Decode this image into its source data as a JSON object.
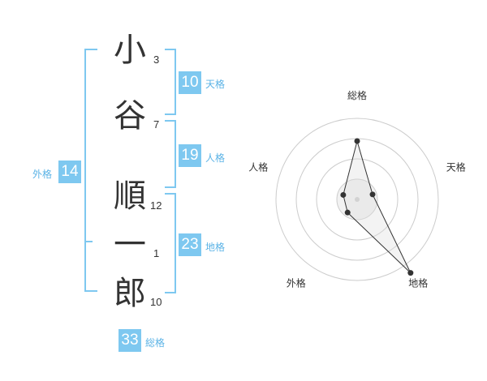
{
  "name": {
    "characters": [
      {
        "char": "小",
        "strokes": "3"
      },
      {
        "char": "谷",
        "strokes": "7"
      },
      {
        "char": "順",
        "strokes": "12"
      },
      {
        "char": "一",
        "strokes": "1"
      },
      {
        "char": "郎",
        "strokes": "10"
      }
    ]
  },
  "fortunes": {
    "tenkaku": {
      "value": "10",
      "label": "天格"
    },
    "jinkaku": {
      "value": "19",
      "label": "人格"
    },
    "chikaku": {
      "value": "23",
      "label": "地格"
    },
    "gaikaku": {
      "value": "14",
      "label": "外格"
    },
    "soukaku": {
      "value": "33",
      "label": "総格"
    }
  },
  "colors": {
    "accent": "#7ec8f0",
    "label": "#5bb3e6",
    "text": "#333333"
  },
  "chart_data": {
    "type": "radar",
    "axes": [
      "総格",
      "天格",
      "地格",
      "外格",
      "人格"
    ],
    "values": [
      3.6,
      1.0,
      5.6,
      1.0,
      0.9
    ],
    "rmax": 5.0,
    "rings": 4
  }
}
